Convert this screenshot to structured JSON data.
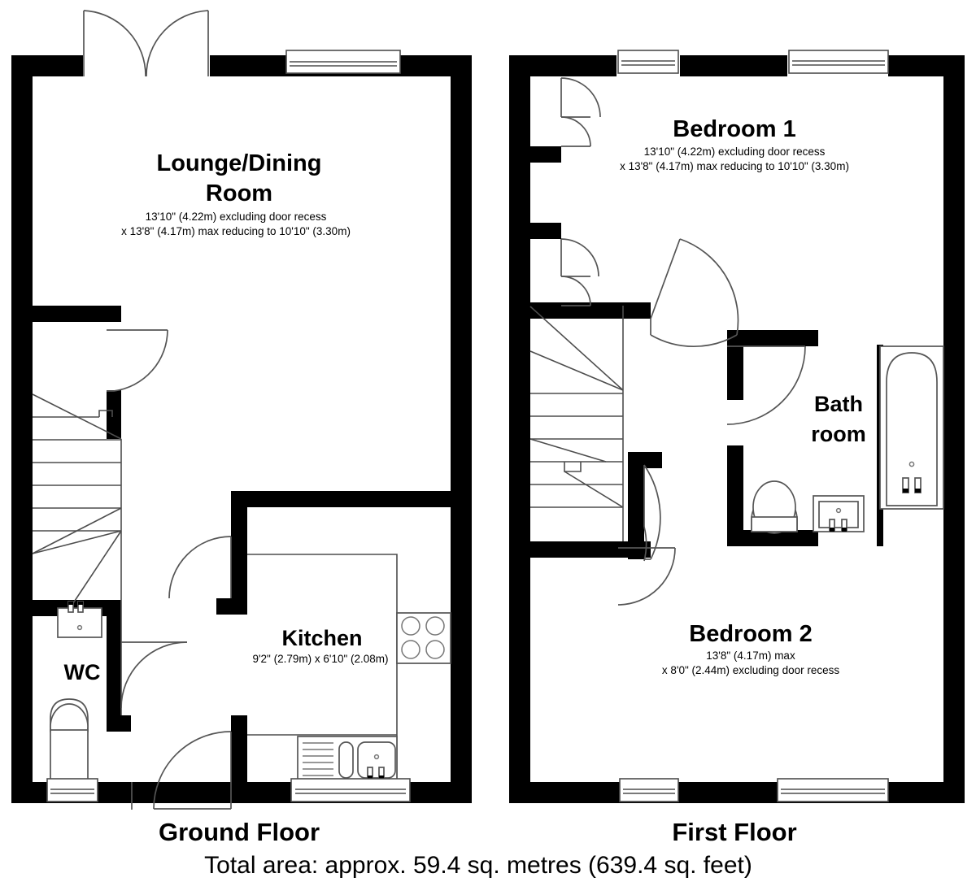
{
  "plan": {
    "ground_floor": {
      "label": "Ground Floor",
      "rooms": [
        {
          "name_line1": "Lounge/Dining",
          "name_line2": "Room",
          "dim_line1": "13'10\" (4.22m) excluding door recess",
          "dim_line2": "x 13'8\" (4.17m) max reducing to 10'10\" (3.30m)"
        },
        {
          "name_line1": "Kitchen",
          "name_line2": "",
          "dim_line1": "9'2\" (2.79m) x 6'10\" (2.08m)",
          "dim_line2": ""
        },
        {
          "name_line1": "WC",
          "name_line2": "",
          "dim_line1": "",
          "dim_line2": ""
        }
      ]
    },
    "first_floor": {
      "label": "First Floor",
      "rooms": [
        {
          "name_line1": "Bedroom 1",
          "name_line2": "",
          "dim_line1": "13'10\" (4.22m) excluding door recess",
          "dim_line2": "x 13'8\" (4.17m) max reducing to 10'10\" (3.30m)"
        },
        {
          "name_line1": "Bath",
          "name_line2": "room",
          "dim_line1": "",
          "dim_line2": ""
        },
        {
          "name_line1": "Bedroom 2",
          "name_line2": "",
          "dim_line1": "13'8\" (4.17m) max",
          "dim_line2": "x 8'0\" (2.44m) excluding door recess"
        }
      ]
    },
    "total_area": "Total area: approx. 59.4 sq. metres (639.4 sq. feet)",
    "colors": {
      "wall": "#000000",
      "background": "#ffffff",
      "line": "#555555"
    }
  }
}
